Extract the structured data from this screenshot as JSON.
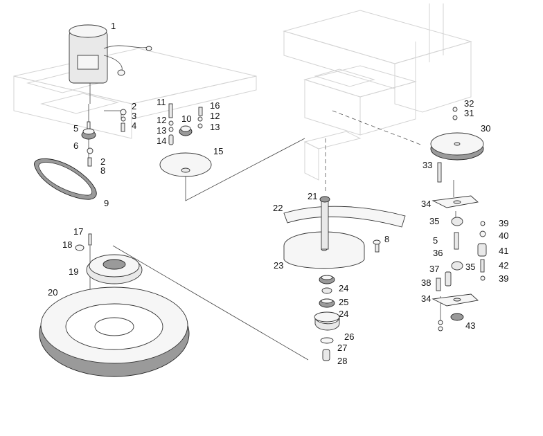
{
  "diagram": {
    "callouts": [
      "1",
      "2",
      "3",
      "4",
      "5",
      "6",
      "2",
      "8",
      "9",
      "11",
      "12",
      "13",
      "14",
      "10",
      "16",
      "12",
      "13",
      "15",
      "17",
      "18",
      "19",
      "20",
      "21",
      "22",
      "23",
      "8",
      "24",
      "25",
      "24",
      "26",
      "27",
      "28",
      "32",
      "31",
      "30",
      "33",
      "34",
      "35",
      "39",
      "40",
      "5",
      "36",
      "41",
      "37",
      "35",
      "42",
      "38",
      "39",
      "34",
      "43"
    ]
  },
  "colors": {
    "line": "#333333",
    "ghost": "#d3d3d3",
    "part_fill": "#e9e9e9",
    "dark_fill": "#9a9a9a"
  }
}
